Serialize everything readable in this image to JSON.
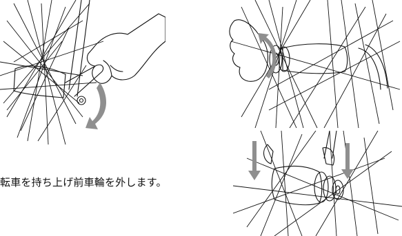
{
  "caption": "転車を持ち上げ前車輪を外します。",
  "colors": {
    "line": "#111111",
    "arrow": "#8f8f8f",
    "background": "#ffffff"
  },
  "illustrations": [
    {
      "id": "open-quick-release-lever",
      "arrow": "gray-curved-arrow-down"
    },
    {
      "id": "loosen-quick-release-nut",
      "arrow": "gray-curved-arrow-counterclockwise"
    },
    {
      "id": "lower-wheel-from-fork",
      "arrow": "gray-straight-arrows-down"
    }
  ]
}
